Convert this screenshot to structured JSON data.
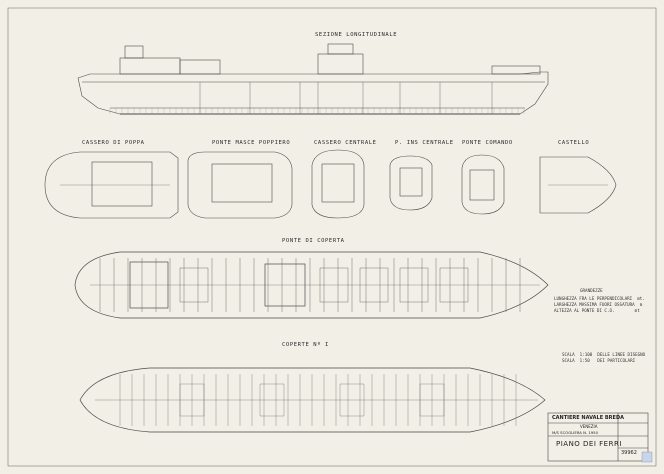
{
  "drawing": {
    "views": {
      "longitudinal": "SEZIONE LONGITUDINALE",
      "poop": "CASSERO DI POPPA",
      "lower_bridge": "PONTE MASCE POPPIERO",
      "mid_castle": "CASSERO CENTRALE",
      "mid_deck": "P. INS CENTRALE",
      "nav_bridge": "PONTE COMANDO",
      "forecastle": "CASTELLO",
      "upper_deck": "PONTE DI COPERTA",
      "tank_top": "COPERTE Nº I"
    },
    "notes": {
      "header": "GRANDEZZE",
      "lines": [
        "LUNGHEZZA FRA LE PERPENDICOLARI  mt.",
        "LARGHEZZA MASSIMA FUORI OSSATURA  m",
        "ALTEZZA AL PONTE DI C.O.        mt"
      ],
      "scale_lines": [
        "SCALA  1:100  DELLE LINEE DISEGNO",
        "SCALA  1:50   DEI PARTICOLARI"
      ]
    },
    "title_block": {
      "company": "CANTIERE NAVALE BREDA",
      "city": "VENEZIA",
      "subtitle": "M/S  SCOGLIERA   N.  1950",
      "title": "PIANO DEI FERRI",
      "drawing_no": "39962"
    }
  }
}
